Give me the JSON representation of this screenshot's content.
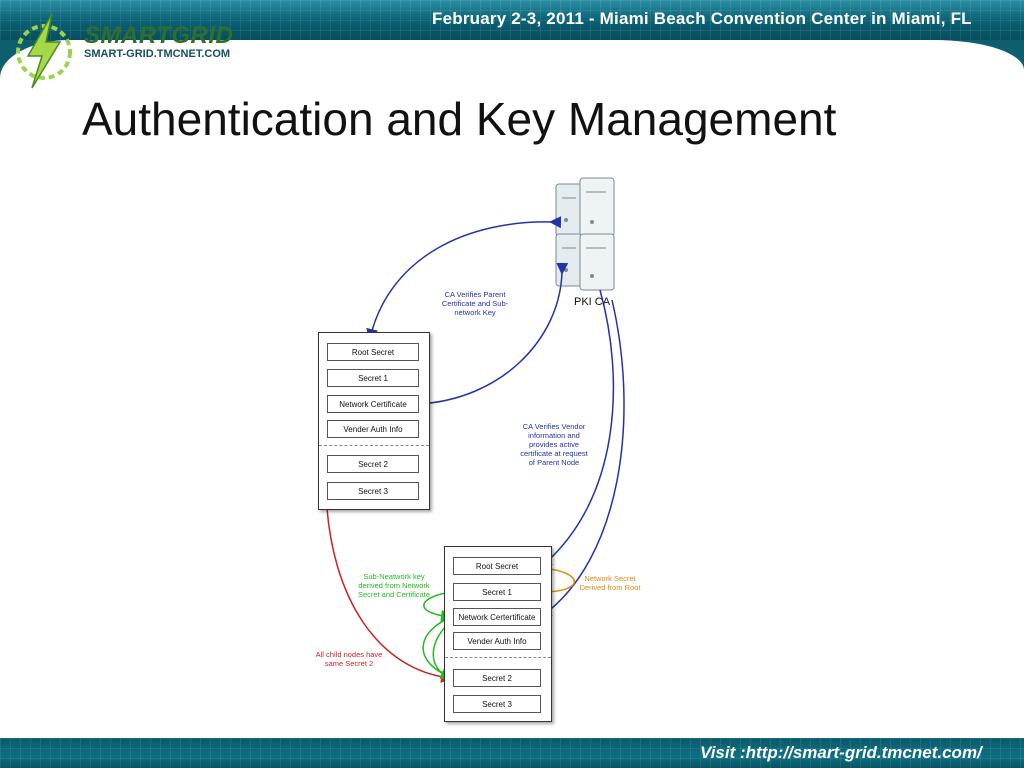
{
  "header": {
    "event": "February 2-3, 2011 - Miami Beach Convention Center in Miami, FL",
    "logo_name": "SMARTGRID",
    "logo_url": "SMART-GRID.TMCNET.COM"
  },
  "slide": {
    "title": "Authentication and Key Management"
  },
  "diagram": {
    "server_label": "PKI CA",
    "parent_node": {
      "cells": [
        "Root Secret",
        "Secret 1",
        "Network Certificate",
        "Vender Auth Info",
        "Secret 2",
        "Secret 3"
      ]
    },
    "child_node": {
      "cells": [
        "Root Secret",
        "Secret 1",
        "Network Certertificate",
        "Vender Auth Info",
        "Secret 2",
        "Secret 3"
      ]
    },
    "annotations": {
      "ca_verifies_parent": [
        "CA Verifies Parent",
        "Certificate and Sub-",
        "network Key"
      ],
      "ca_verifies_vendor": [
        "CA Verifies Vendor",
        "information and",
        "provides active",
        "certificate at request",
        "of Parent Node"
      ],
      "subnetwork_key": [
        "Sub-Neatwork key",
        "derived from Network",
        "Secret and Certificate"
      ],
      "network_secret": [
        "Network Secret",
        "Derived from Root"
      ],
      "child_nodes": [
        "All child nodes have",
        "same Secret 2"
      ]
    },
    "colors": {
      "blue": "#2233aa",
      "green": "#22bb22",
      "orange": "#e08a10",
      "red": "#cc2222"
    }
  },
  "footer": {
    "visit": "Visit :http://smart-grid.tmcnet.com/"
  }
}
